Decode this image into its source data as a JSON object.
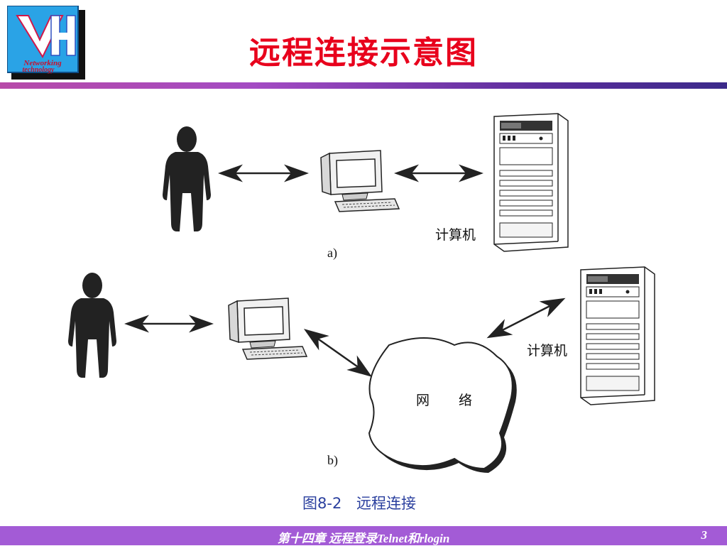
{
  "header": {
    "title": "远程连接示意图",
    "logo_text_line1": "Networking",
    "logo_text_line2": "technology"
  },
  "figure": {
    "part_a_label": "a)",
    "part_b_label": "b)",
    "computer_label_a": "计算机",
    "computer_label_b": "计算机",
    "network_label_1": "网",
    "network_label_2": "络",
    "caption_number": "图8-2",
    "caption_text": "远程连接"
  },
  "footer": {
    "text": "第十四章  远程登录Telnet和rlogin",
    "page_number": "3"
  },
  "colors": {
    "title": "#e8001c",
    "rule_start": "#b74aa8",
    "rule_end": "#3b2a8a",
    "footer_bg": "#a35bd6",
    "caption": "#2a3f9e"
  }
}
